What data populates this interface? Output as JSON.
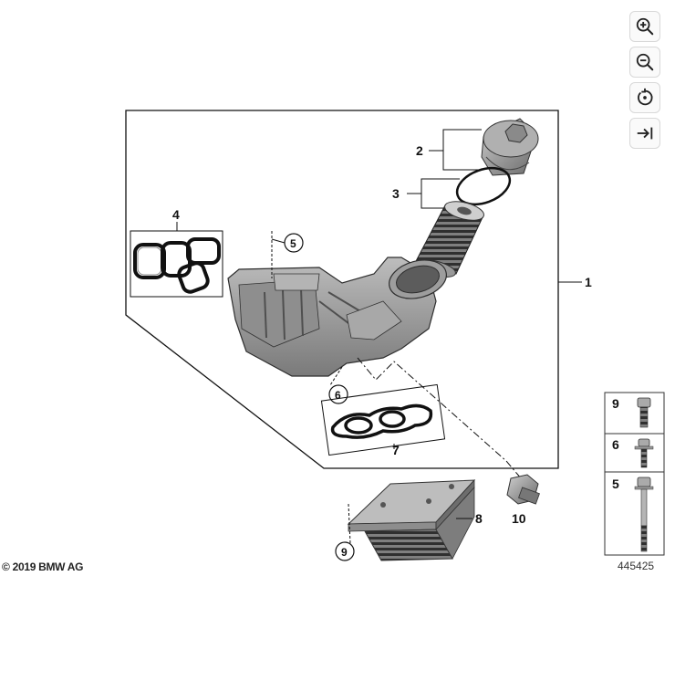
{
  "toolbar": {
    "zoom_in": "zoom-in-icon",
    "zoom_out": "zoom-out-icon",
    "rotate": "rotate-icon",
    "collapse": "collapse-panel-icon"
  },
  "callouts": {
    "c1": "1",
    "c2": "2",
    "c3": "3",
    "c4": "4",
    "c5": "5",
    "c6": "6",
    "c7": "7",
    "c8": "8",
    "c9": "9",
    "c10": "10"
  },
  "legend": [
    {
      "number": "9",
      "part": "short-screw"
    },
    {
      "number": "6",
      "part": "small-screw"
    },
    {
      "number": "5",
      "part": "long-screw"
    }
  ],
  "footer": {
    "copyright": "© 2019 BMW AG",
    "diagram_id": "445425"
  },
  "colors": {
    "line": "#111111",
    "part_fill": "#9a9a9a",
    "part_dark": "#6e6e6e"
  }
}
